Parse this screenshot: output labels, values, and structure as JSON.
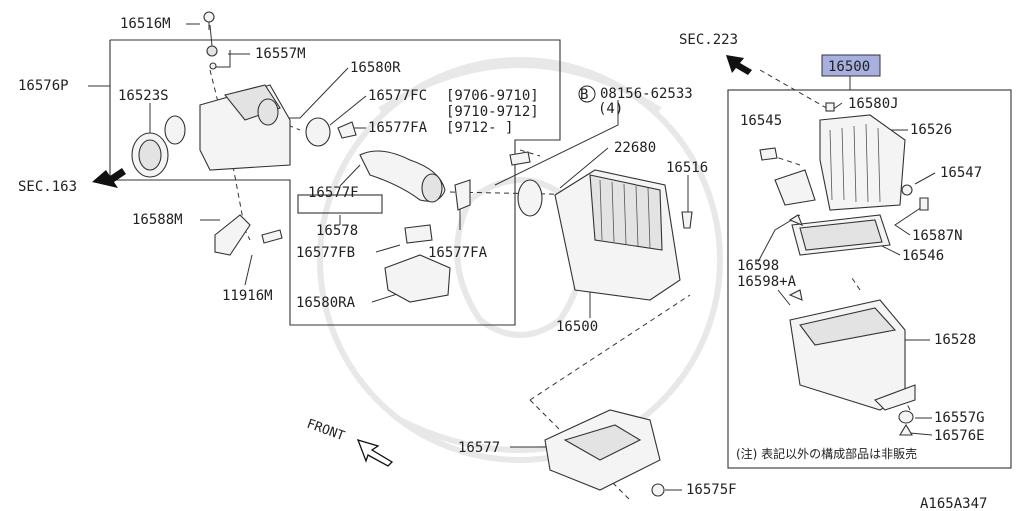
{
  "labels": {
    "l16516m": "16516M",
    "l16557m": "16557M",
    "l16580r": "16580R",
    "l16576p": "16576P",
    "l16523s": "16523S",
    "l16577fc": "16577FC",
    "date_range_1": "[9706-9710]",
    "date_range_2": "[9710-9712]",
    "l16577fa_top": "16577FA",
    "date_range_3": "[9712-    ]",
    "sec163": "SEC.163",
    "l16577f": "16577F",
    "l16588m": "16588M",
    "l16578": "16578",
    "l16577fb": "16577FB",
    "l16577fa": "16577FA",
    "l11916m": "11916M",
    "l16580ra": "16580RA",
    "b_letter": "B",
    "l08156": "08156-62533",
    "qty_4": "(4)",
    "l22680": "22680",
    "l16516": "16516",
    "l16500_main": "16500",
    "l16577": "16577",
    "l16575f": "16575F",
    "front": "FRONT",
    "sec223": "SEC.223",
    "l16500_kit": "16500",
    "l16580j": "16580J",
    "l16545": "16545",
    "l16526": "16526",
    "l16547": "16547",
    "l16587n": "16587N",
    "l16546": "16546",
    "l16598": "16598",
    "l16598a": "16598+A",
    "l16528": "16528",
    "l16557g": "16557G",
    "l16576e": "16576E",
    "note_jp": "(注) 表記以外の構成部品は非販売",
    "diagram_id": "A165A347"
  },
  "colors": {
    "highlight": "#a8b0e0",
    "line": "#333333",
    "background": "#ffffff"
  },
  "icons": [
    "arrow-sec163-icon",
    "arrow-sec223-icon",
    "front-arrow-icon",
    "b-circle-icon"
  ]
}
